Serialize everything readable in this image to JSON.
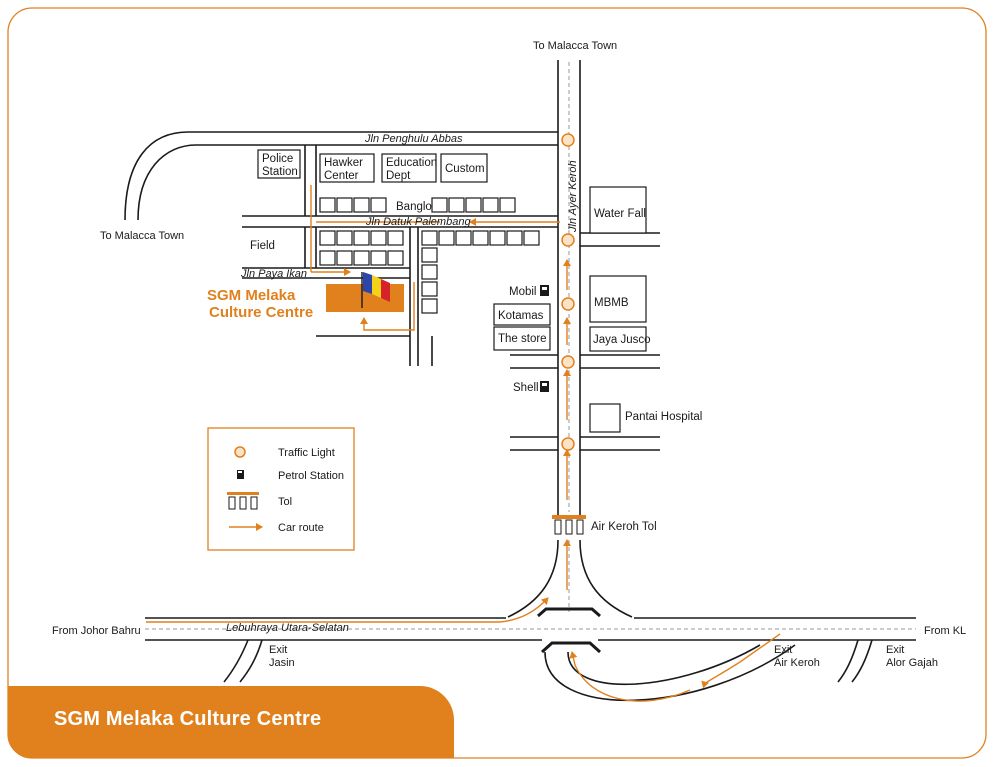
{
  "footer": {
    "title": "SGM Melaka  Culture Centre"
  },
  "colors": {
    "accent": "#e0811e",
    "road": "#1a1a1a",
    "background": "#ffffff"
  },
  "destination": {
    "line1": "SGM Melaka",
    "line2": "Culture Centre"
  },
  "directions": {
    "north": "To Malacca Town",
    "west": "To Malacca Town",
    "from_south": "From Johor Bahru",
    "from_kl": "From KL"
  },
  "roads": {
    "penghulu": "Jln Penghulu Abbas",
    "ayer_keroh": "Jln Ayer Keroh",
    "datuk": "Jln Datuk Palembang",
    "paya_ikan": "Jln Paya Ikan",
    "highway": "Lebuhraya Utara-Selatan"
  },
  "places": {
    "police": [
      "Police",
      "Station"
    ],
    "hawker": [
      "Hawker",
      "Center"
    ],
    "education": [
      "Education",
      "Dept"
    ],
    "custom": "Custom",
    "banglo": "Banglo",
    "field": "Field",
    "water_fall": "Water Fall",
    "mbmb": "MBMB",
    "jaya_jusco": "Jaya Jusco",
    "pantai": "Pantai Hospital",
    "mobil": "Mobil",
    "kotamas": "Kotamas",
    "the_store": "The store",
    "shell": "Shell",
    "air_keroh_tol": "Air Keroh Tol"
  },
  "exits": {
    "jasin": [
      "Exit",
      "Jasin"
    ],
    "air_keroh": [
      "Exit",
      "Air Keroh"
    ],
    "alor_gajah": [
      "Exit",
      "Alor Gajah"
    ]
  },
  "legend": {
    "traffic_light": "Traffic Light",
    "petrol": "Petrol Station",
    "tol": "Tol",
    "route": "Car route"
  }
}
